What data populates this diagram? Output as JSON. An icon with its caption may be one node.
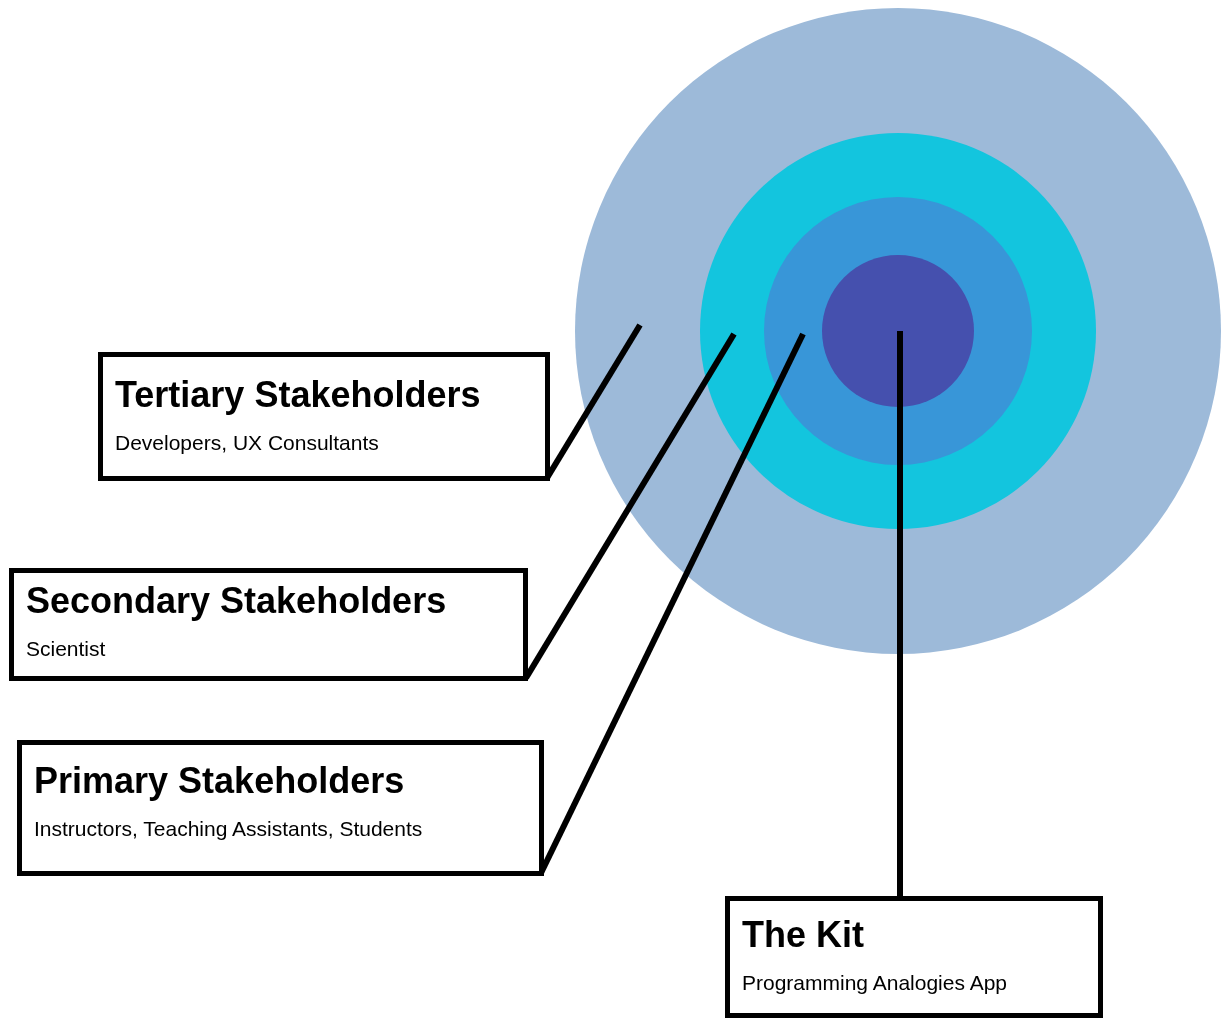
{
  "diagram": {
    "nodes": [
      {
        "text": [],
        "shape": "circle"
      },
      {
        "text": [],
        "shape": "circle",
        "in": 0
      },
      {
        "text": [],
        "shape": "circle",
        "in": 1
      },
      {
        "text": [],
        "shape": "circle",
        "in": 2
      },
      {
        "text": [
          "Tertiary Stakeholders",
          "Developers, UX Consultants"
        ]
      },
      {
        "text": [
          "Secondary Stakeholders",
          "Scientist"
        ]
      },
      {
        "text": [
          "Primary Stakeholders",
          "Instructors, Teaching Assistants, Students"
        ]
      },
      {
        "text": [
          "The Kit",
          "Programming Analogies App"
        ]
      }
    ],
    "edges": [
      {
        "from": 4,
        "to": 0,
        "arrow": "none"
      },
      {
        "from": 5,
        "to": 1,
        "arrow": "none"
      },
      {
        "from": 6,
        "to": 2,
        "arrow": "none"
      },
      {
        "from": 7,
        "to": 3,
        "arrow": "none"
      }
    ]
  }
}
